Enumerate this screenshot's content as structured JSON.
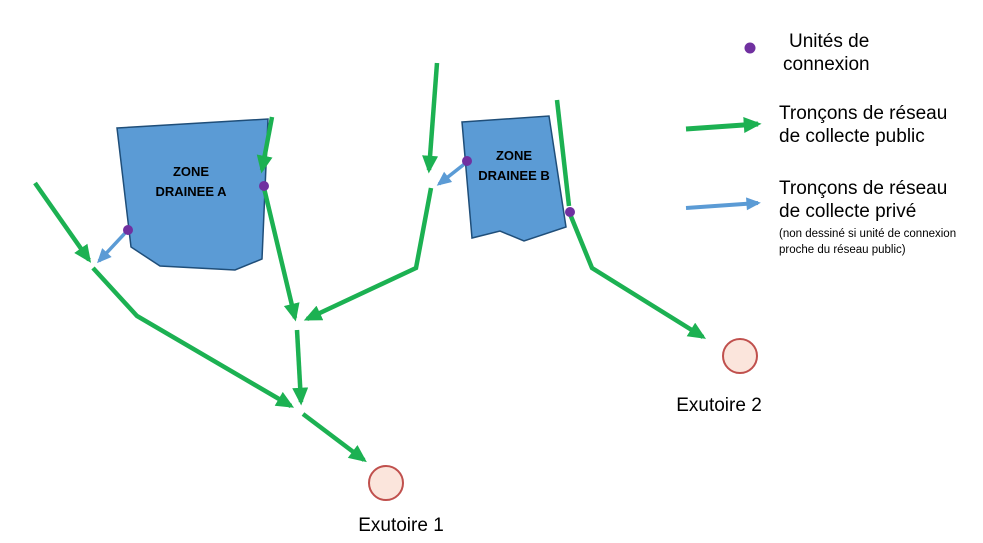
{
  "colors": {
    "public_network": "#1cb152",
    "private_network": "#5b9bd5",
    "zone_fill": "#5b9bd5",
    "zone_border": "#1f4e79",
    "connection_unit": "#7030a0",
    "outlet_fill": "#fbe5dc",
    "outlet_border": "#c0504d"
  },
  "zones": {
    "a": {
      "line1": "ZONE",
      "line2": "DRAINEE A"
    },
    "b": {
      "line1": "ZONE",
      "line2": "DRAINEE B"
    }
  },
  "outlets": {
    "one": "Exutoire 1",
    "two": "Exutoire 2"
  },
  "legend": {
    "connection": {
      "line1": "Unités de",
      "line2": "connexion"
    },
    "public": {
      "line1": "Tronçons de réseau",
      "line2": "de collecte public"
    },
    "private": {
      "line1": "Tronçons de réseau",
      "line2": "de collecte privé",
      "note1": "(non dessiné si unité de connexion",
      "note2": "proche du réseau public)"
    }
  }
}
